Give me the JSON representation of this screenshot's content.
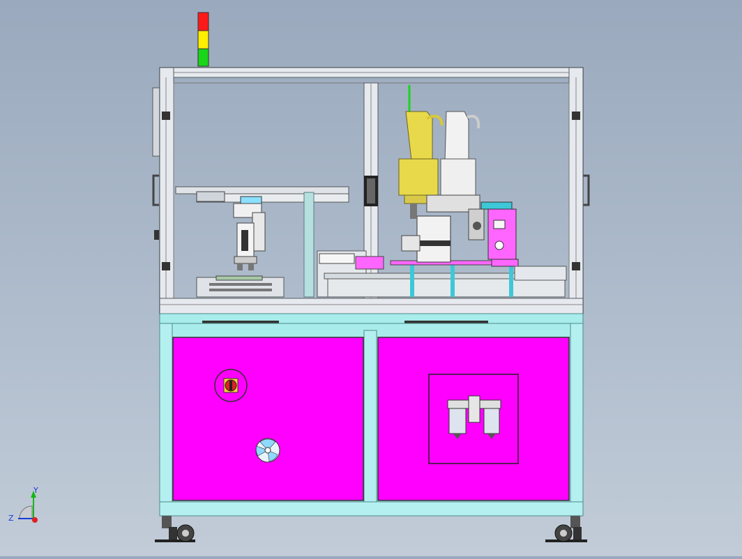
{
  "app": {
    "title": ""
  },
  "viewport": {
    "view": "front",
    "background": "#a4b2c4"
  },
  "triad": {
    "y_label": "Y",
    "z_label": "Z"
  },
  "colors": {
    "frame": "#e6e9ee",
    "frame_edge": "#555a60",
    "panel": "#ff00ff",
    "rail": "#a8ecec",
    "robot_yellow": "#e8d94a",
    "robot_white": "#f2f2f2",
    "light_red": "#ff1a1a",
    "light_yellow": "#ffee00",
    "light_green": "#19d619"
  },
  "parts": [
    {
      "name": "signal-tower",
      "label": ""
    },
    {
      "name": "scara-robot-yellow",
      "label": ""
    },
    {
      "name": "scara-robot-white",
      "label": ""
    },
    {
      "name": "emergency-stop",
      "label": ""
    },
    {
      "name": "cooling-fan",
      "label": ""
    },
    {
      "name": "air-filter-regulator",
      "label": ""
    }
  ]
}
